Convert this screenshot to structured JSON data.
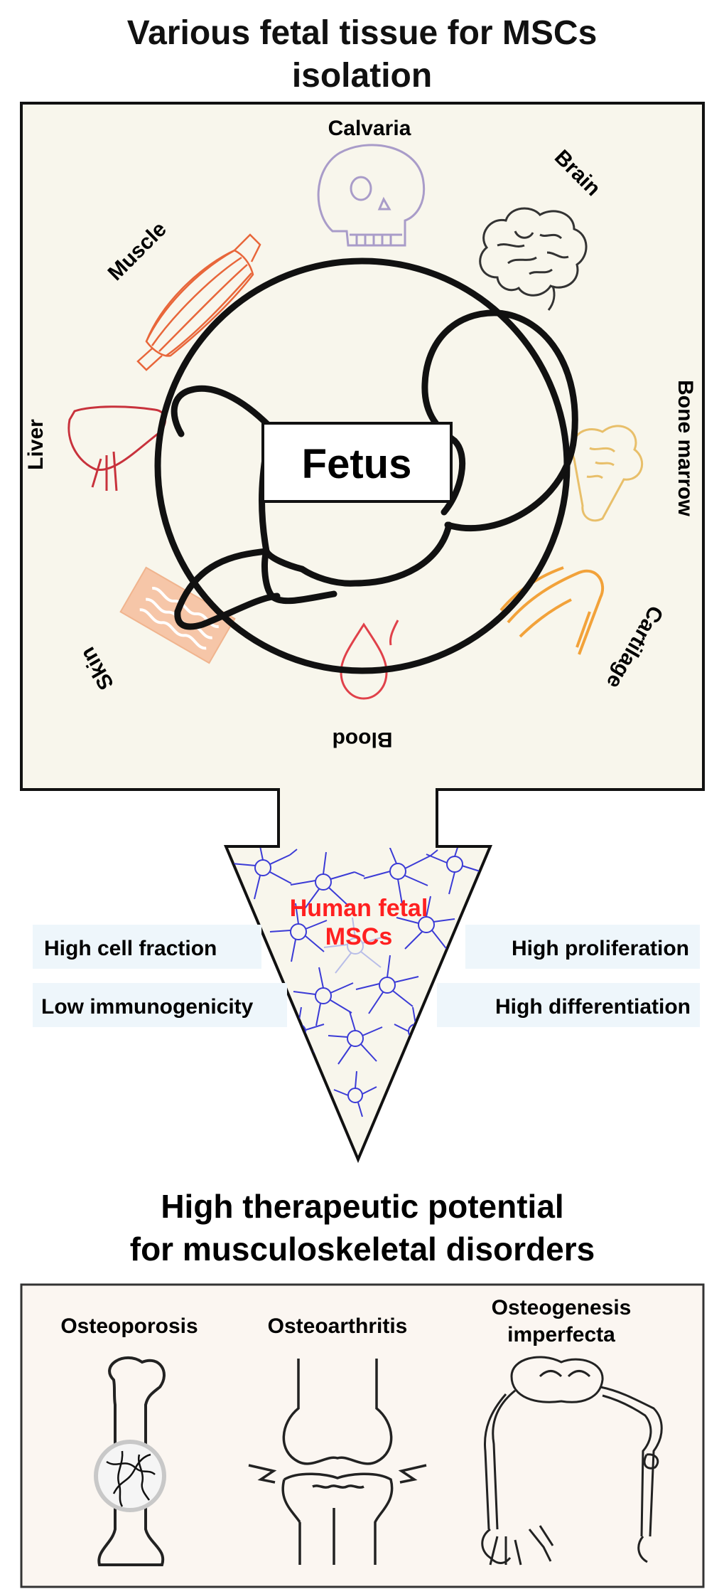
{
  "header": {
    "title_line1": "Various fetal tissue for MSCs",
    "title_line2": "isolation"
  },
  "tissues": {
    "calvaria": "Calvaria",
    "brain": "Brain",
    "bone_marrow": "Bone marrow",
    "cartilage": "Cartilage",
    "blood": "Blood",
    "skin": "Skin",
    "liver": "Liver",
    "muscle": "Muscle"
  },
  "center_label": "Fetus",
  "msc": {
    "label_line1": "Human fetal",
    "label_line2": "MSCs",
    "label_color": "#ff2020",
    "cell_color": "#3b3bd6"
  },
  "properties": {
    "left_top": "High cell fraction",
    "left_bottom": "Low immunogenicity",
    "right_top": "High proliferation",
    "right_bottom": "High differentiation"
  },
  "potential": {
    "line1": "High therapeutic potential",
    "line2": "for musculoskeletal disorders"
  },
  "disorders": {
    "osteoporosis": "Osteoporosis",
    "osteoarthritis": "Osteoarthritis",
    "oi_line1": "Osteogenesis",
    "oi_line2": "imperfecta"
  },
  "colors": {
    "panel_bg": "#f8f6ec",
    "bottom_panel_bg": "#fbf6f1",
    "property_box_bg": "#eef6fb",
    "calvaria": "#a99cc9",
    "muscle": "#e8663a",
    "liver": "#c8323c",
    "skin": "#f6c6a8",
    "blood": "#e0414a",
    "cartilage": "#f2a23a",
    "bone_marrow": "#e8bf6a",
    "brain": "#333333"
  }
}
